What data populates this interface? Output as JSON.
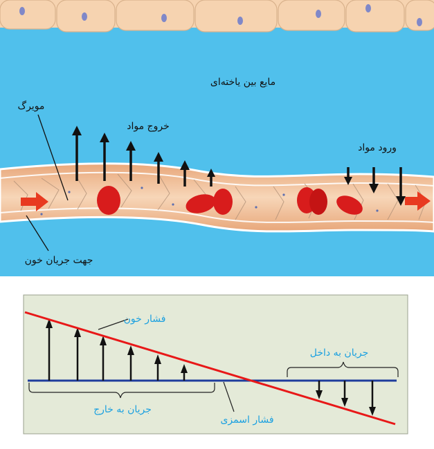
{
  "top_diagram": {
    "interstitial_fluid_label": "مایع بین یاخته‌ای",
    "capillary_label": "مویرگ",
    "outflow_label": "خروج مواد",
    "inflow_label": "ورود مواد",
    "blood_flow_direction_label": "جهت جریان خون"
  },
  "bottom_diagram": {
    "blood_pressure_label": "فشار خون",
    "inward_flow_label": "جریان به داخل",
    "outward_flow_label": "جریان به خارج",
    "osmotic_pressure_label": "فشار اسمزی"
  },
  "colors": {
    "cells": "#f6d3b0",
    "cell_nucleus": "#8088c8",
    "fluid": "#50c0ec",
    "capillary_wall": "#f4c8a0",
    "red_blood_cell": "#d81c1c",
    "flow_arrow": "#e83a20",
    "chart_background": "#e4ead8",
    "blood_pressure_line": "#e81818",
    "osmotic_pressure_line": "#1e3c9c",
    "chart_label": "#1aa0e0"
  }
}
